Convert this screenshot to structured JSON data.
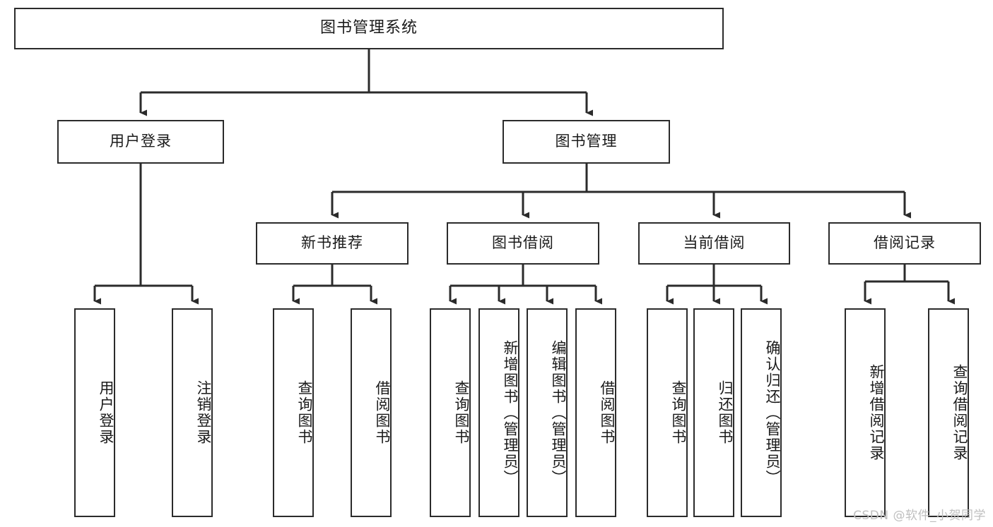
{
  "diagram": {
    "title": "图书管理系统",
    "type": "tree-hierarchy-diagram",
    "colors": {
      "stroke": "#2b2b2b",
      "fill": "#ffffff",
      "text": "#1a1a1a",
      "watermark": "#bfbfbf"
    },
    "watermark": "CSDN @软件_小贺同学"
  },
  "nodes": {
    "root": {
      "label": "图书管理系统"
    },
    "level1": [
      {
        "label": "用户登录"
      },
      {
        "label": "图书管理"
      }
    ],
    "level2": [
      {
        "label": "新书推荐"
      },
      {
        "label": "图书借阅"
      },
      {
        "label": "当前借阅"
      },
      {
        "label": "借阅记录"
      }
    ],
    "leaves": {
      "user_login": [
        {
          "label": "用户登录"
        },
        {
          "label": "注销登录"
        }
      ],
      "new_book_recommend": [
        {
          "label": "查询图书"
        },
        {
          "label": "借阅图书"
        }
      ],
      "book_borrow": [
        {
          "label": "查询图书"
        },
        {
          "label": "新增图书（管理员）"
        },
        {
          "label": "编辑图书（管理员）"
        },
        {
          "label": "借阅图书"
        }
      ],
      "current_borrow": [
        {
          "label": "查询图书"
        },
        {
          "label": "归还图书"
        },
        {
          "label": "确认归还（管理员）"
        }
      ],
      "borrow_records": [
        {
          "label": "新增借阅记录"
        },
        {
          "label": "查询借阅记录"
        }
      ]
    }
  }
}
